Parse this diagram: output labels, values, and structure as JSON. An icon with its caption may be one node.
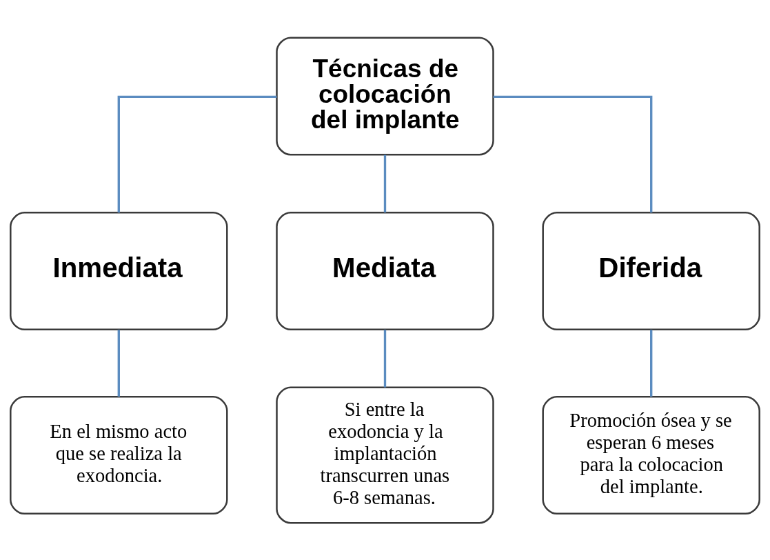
{
  "diagram": {
    "nodes": [
      {
        "text": [
          "Técnicas de colocación del implante"
        ]
      },
      {
        "text": [
          "Inmediata"
        ]
      },
      {
        "text": [
          "Mediata"
        ]
      },
      {
        "text": [
          "Diferida"
        ]
      },
      {
        "text": [
          "En el mismo acto que se realiza la exodoncia."
        ]
      },
      {
        "text": [
          "Si entre la exodoncia y la implantación transcurren unas 6-8 semanas."
        ]
      },
      {
        "text": [
          "Promoción ósea y se esperan 6 meses para la colocacion del implante."
        ]
      }
    ],
    "edges": [
      {
        "from": 0,
        "to": 1,
        "arrow": "none"
      },
      {
        "from": 0,
        "to": 2,
        "arrow": "none"
      },
      {
        "from": 0,
        "to": 3,
        "arrow": "none"
      },
      {
        "from": 1,
        "to": 4,
        "arrow": "none"
      },
      {
        "from": 2,
        "to": 5,
        "arrow": "none"
      },
      {
        "from": 3,
        "to": 6,
        "arrow": "none"
      }
    ]
  }
}
